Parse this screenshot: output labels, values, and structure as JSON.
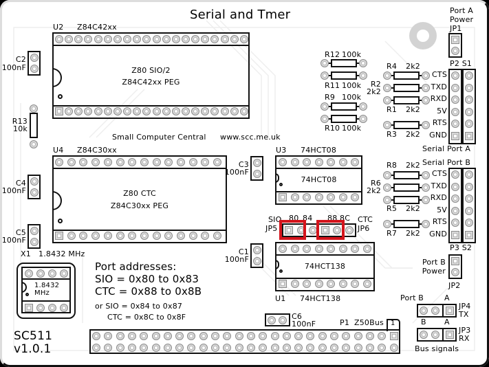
{
  "title": "Serial and Tmer",
  "credit": {
    "company": "Small Computer Central",
    "url": "www.scc.me.uk"
  },
  "board": {
    "name": "SC511",
    "version": "v1.0.1"
  },
  "ics": {
    "u2": {
      "ref": "U2",
      "part": "Z84C42xx",
      "line1": "Z80 SIO/2",
      "line2": "Z84C42xx PEG"
    },
    "u4": {
      "ref": "U4",
      "part": "Z84C30xx",
      "line1": "Z80 CTC",
      "line2": "Z84C30xx PEG"
    },
    "u3": {
      "ref": "U3",
      "part": "74HCT08",
      "body": "74HCT08"
    },
    "u1": {
      "ref": "U1",
      "part": "74HCT138",
      "body": "74HCT138"
    }
  },
  "capacitors": [
    {
      "ref": "C2",
      "value": "100nF"
    },
    {
      "ref": "C4",
      "value": "100nF"
    },
    {
      "ref": "C5",
      "value": "100nF"
    },
    {
      "ref": "C3",
      "value": "100nF"
    },
    {
      "ref": "C1",
      "value": "100nF"
    },
    {
      "ref": "C6",
      "value": "100nF"
    }
  ],
  "resistors": {
    "r13": {
      "ref": "R13",
      "value": "10k"
    },
    "r12": {
      "ref": "R12",
      "value": "100k"
    },
    "r11": {
      "ref": "R11",
      "value": "100k"
    },
    "r9": {
      "ref": "R9",
      "value": "100k"
    },
    "r10": {
      "ref": "R10",
      "value": "100k"
    },
    "r4": {
      "ref": "R4",
      "value": "2k2"
    },
    "r2": {
      "ref": "R2",
      "value": "2k2"
    },
    "r1": {
      "ref": "R1",
      "value": "2k2"
    },
    "r3": {
      "ref": "R3",
      "value": "2k2"
    },
    "r8": {
      "ref": "R8",
      "value": "2k2"
    },
    "r6": {
      "ref": "R6",
      "value": "2k2"
    },
    "r5": {
      "ref": "R5",
      "value": "2k2"
    },
    "r7": {
      "ref": "R7",
      "value": "2k2"
    }
  },
  "crystal": {
    "ref": "X1",
    "freq": "1.8432 MHz",
    "body1": "1.8432",
    "body2": "MHz"
  },
  "portA": {
    "power_label1": "Port A",
    "power_label2": "Power",
    "jumper": "JP1",
    "headers": "P2 S1",
    "caption": "Serial Port A",
    "signals": [
      "CTS",
      "TXD",
      "RXD",
      "5V",
      "RTS",
      "GND"
    ]
  },
  "portB": {
    "caption": "Serial Port B",
    "headers": "P3 S2",
    "power_label1": "Port B",
    "power_label2": "Power",
    "jumper": "JP2",
    "signals": [
      "CTS",
      "TXD",
      "RXD",
      "5V",
      "RTS",
      "GND"
    ]
  },
  "addr_jumper": {
    "left_label": "SIO",
    "left_ref": "JP5",
    "right_label": "CTC",
    "right_ref": "JP6",
    "pins": [
      "80",
      "84",
      "88",
      "8C"
    ]
  },
  "addresses": {
    "heading": "Port addresses:",
    "sio": "SIO = 0x80 to 0x83",
    "ctc": "CTC = 0x88 to 0x8B",
    "alt_sio": "or SIO = 0x84 to 0x87",
    "alt_ctc": "CTC = 0x8C to 0x8F"
  },
  "bus": {
    "ref": "P1",
    "name": "Z50Bus",
    "pin1": "1"
  },
  "bus_signals": {
    "jp4": {
      "left": "Port B",
      "right": "A",
      "ref": "JP4",
      "sig": "TX"
    },
    "jp3": {
      "left": "B",
      "right": "A",
      "ref": "JP3",
      "sig": "RX"
    },
    "caption": "Bus signals"
  }
}
